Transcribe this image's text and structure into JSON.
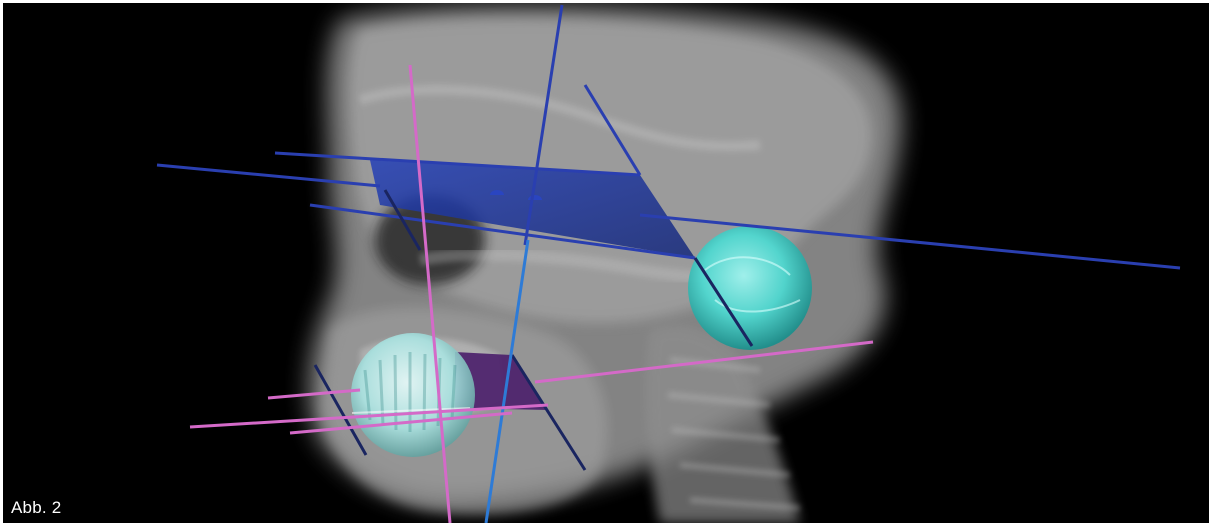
{
  "caption": "Abb. 2",
  "colors": {
    "background": "#000000",
    "bone": "#d9d9d9",
    "plane_blue": "#1f3a9e",
    "line_blue": "#2a3fb0",
    "line_light_blue": "#2e7bd6",
    "line_pink": "#d46ac8",
    "plane_purple": "#4a1e6a",
    "sphere_cyan": "#4fd8d0",
    "sphere_pale": "#b9ecea"
  },
  "icons": [
    "skull-xray-image",
    "occlusal-plane",
    "frankfort-plane",
    "condyle-sphere",
    "incisor-sphere"
  ]
}
